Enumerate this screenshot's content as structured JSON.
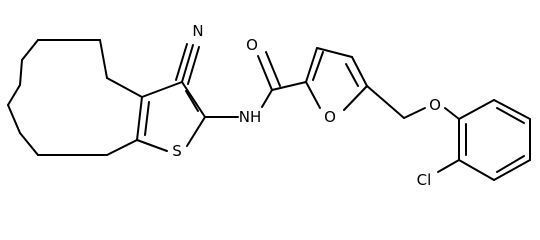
{
  "molecule": {
    "atom_labels": {
      "nitrile_n": "N",
      "amide_nh": "NH",
      "carbonyl_o": "O",
      "thiophene_s": "S",
      "furan_o": "O",
      "ether_o": "O",
      "chloro": "Cl"
    }
  },
  "colors": {
    "bond": "#000000",
    "label": "#000000",
    "background": "#ffffff"
  }
}
